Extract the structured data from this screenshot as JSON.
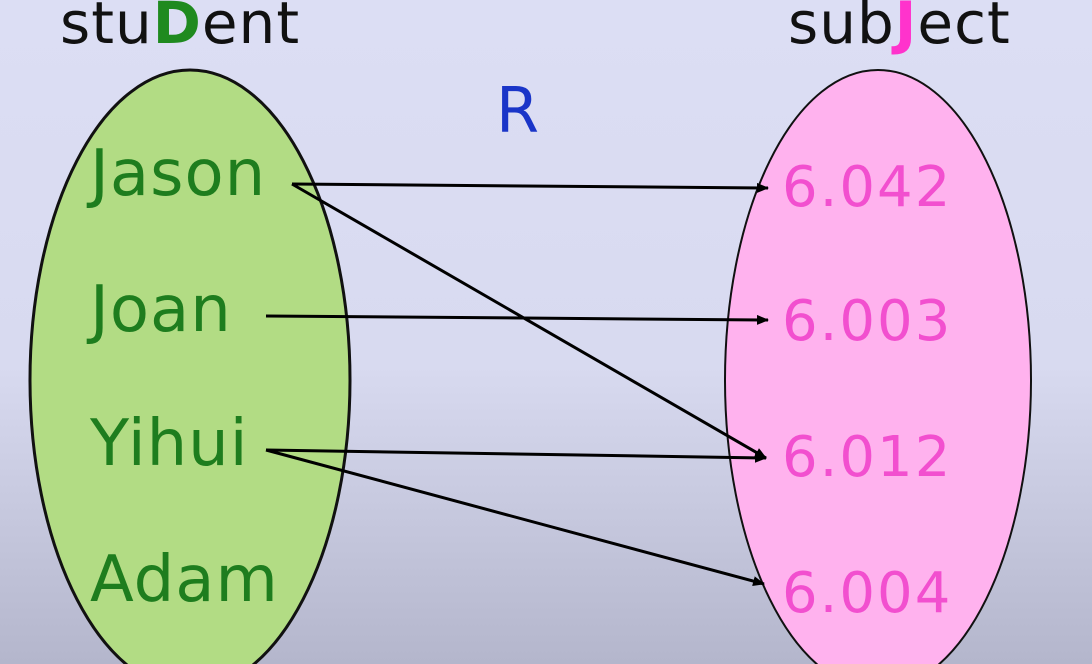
{
  "domain_set": {
    "title_parts": [
      "stu",
      "D",
      "ent"
    ],
    "fill": "#b2dc84",
    "elements": [
      "Jason",
      "Joan",
      "Yihui",
      "Adam"
    ]
  },
  "codomain_set": {
    "title_parts": [
      "sub",
      "J",
      "ect"
    ],
    "fill": "#ffb2ee",
    "elements": [
      "6.042",
      "6.003",
      "6.012",
      "6.004"
    ]
  },
  "relation_label": "R",
  "mappings": [
    {
      "from": "Jason",
      "to": "6.042"
    },
    {
      "from": "Jason",
      "to": "6.012"
    },
    {
      "from": "Joan",
      "to": "6.003"
    },
    {
      "from": "Yihui",
      "to": "6.012"
    },
    {
      "from": "Yihui",
      "to": "6.004"
    }
  ],
  "colors": {
    "name_text": "#1e7d1e",
    "code_text": "#f24fcf",
    "relation_label": "#1a35c8",
    "arrow": "#000000"
  }
}
